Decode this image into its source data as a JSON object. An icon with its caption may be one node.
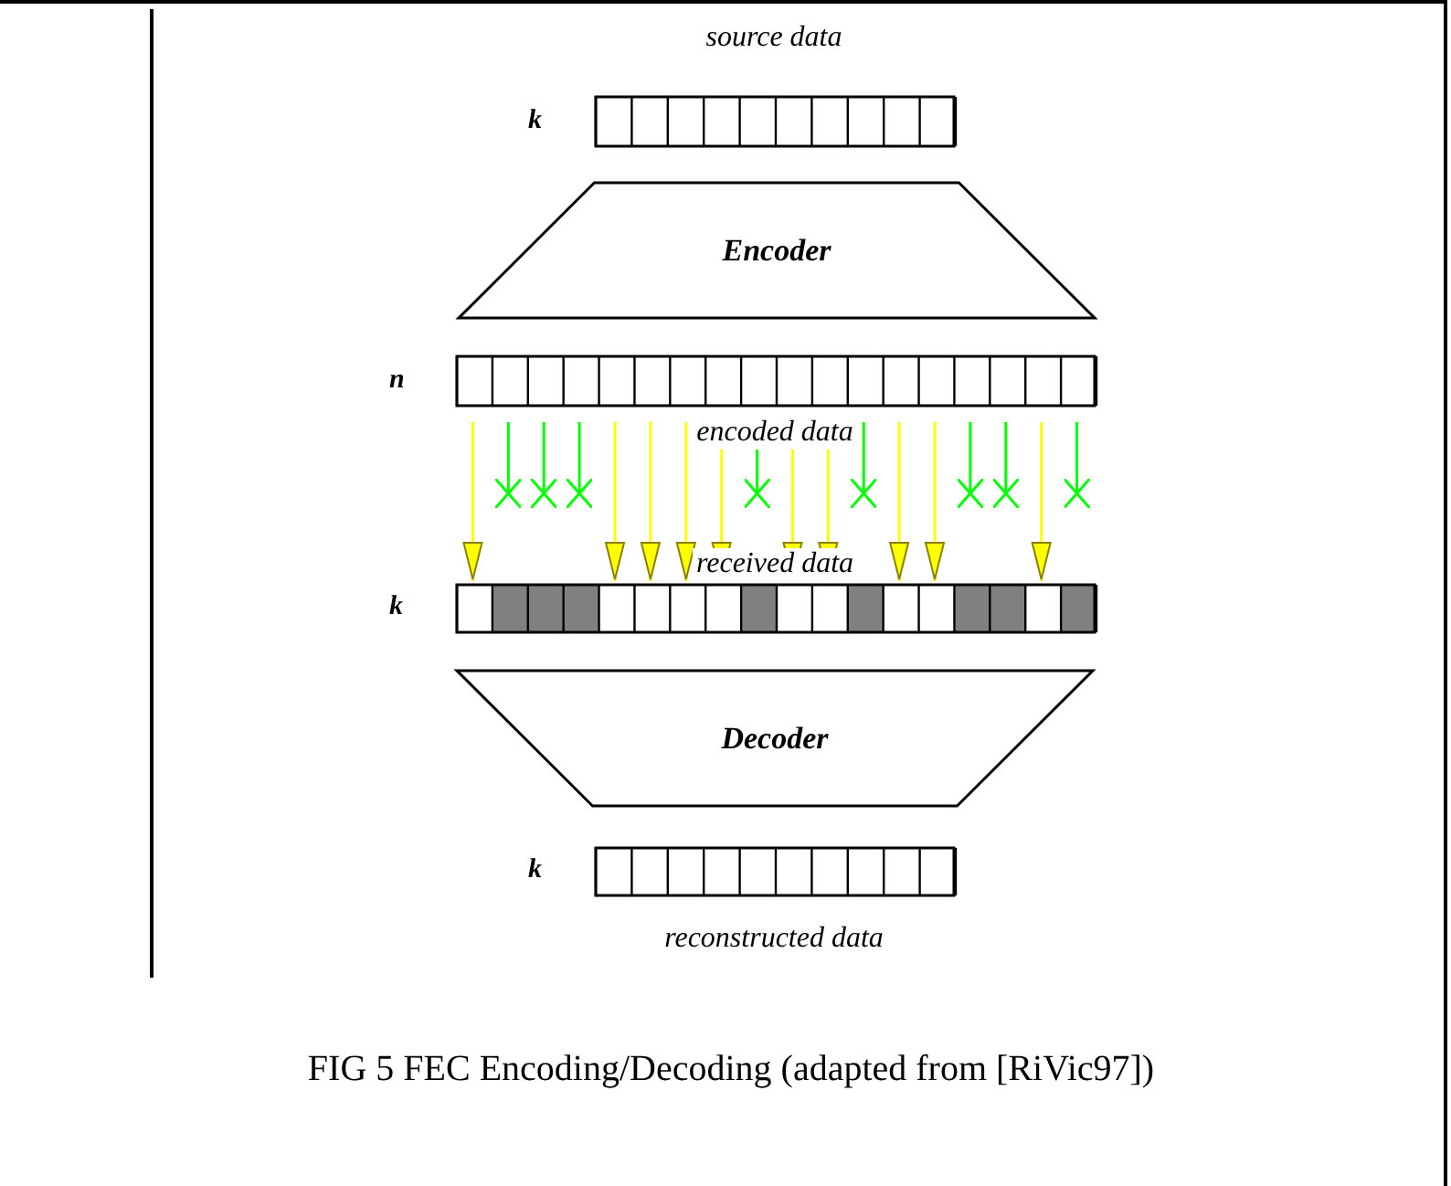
{
  "diagram": {
    "caption": "FIG 5 FEC Encoding/Decoding (adapted from [RiVic97])",
    "nodes": [
      {
        "text": [
          "source data"
        ],
        "beside": [
          "k"
        ]
      },
      {
        "text": [
          "Encoder"
        ]
      },
      {
        "text": [
          "encoded data"
        ],
        "beside": [
          "n"
        ]
      },
      {
        "text": [
          "received data"
        ],
        "beside": [
          "k"
        ]
      },
      {
        "text": [
          "Decoder"
        ]
      },
      {
        "text": [
          "reconstructed data"
        ],
        "beside": [
          "k"
        ]
      }
    ],
    "edges": [
      {
        "from": 2,
        "to": 3,
        "arrow": "to",
        "color": "#ffff00"
      },
      {
        "from": 2,
        "to": null,
        "arrow": "to",
        "color": "#00ff00"
      },
      {
        "from": 2,
        "to": null,
        "arrow": "to",
        "color": "#00ff00"
      },
      {
        "from": 2,
        "to": null,
        "arrow": "to",
        "color": "#00ff00"
      },
      {
        "from": 2,
        "to": 3,
        "arrow": "to",
        "color": "#ffff00"
      },
      {
        "from": 2,
        "to": 3,
        "arrow": "to",
        "color": "#ffff00"
      },
      {
        "from": 2,
        "to": 3,
        "arrow": "to",
        "color": "#ffff00"
      },
      {
        "from": 2,
        "to": 3,
        "arrow": "to",
        "color": "#ffff00"
      },
      {
        "from": 2,
        "to": null,
        "arrow": "to",
        "color": "#00ff00"
      },
      {
        "from": 2,
        "to": 3,
        "arrow": "to",
        "color": "#ffff00"
      },
      {
        "from": 2,
        "to": 3,
        "arrow": "to",
        "color": "#ffff00"
      },
      {
        "from": 2,
        "to": null,
        "arrow": "to",
        "color": "#00ff00"
      },
      {
        "from": 2,
        "to": 3,
        "arrow": "to",
        "color": "#ffff00"
      },
      {
        "from": 2,
        "to": 3,
        "arrow": "to",
        "color": "#ffff00"
      },
      {
        "from": 2,
        "to": null,
        "arrow": "to",
        "color": "#00ff00"
      },
      {
        "from": 2,
        "to": null,
        "arrow": "to",
        "color": "#00ff00"
      },
      {
        "from": 2,
        "to": 3,
        "arrow": "to",
        "color": "#ffff00"
      },
      {
        "from": 2,
        "to": null,
        "arrow": "to",
        "color": "#00ff00"
      }
    ]
  }
}
